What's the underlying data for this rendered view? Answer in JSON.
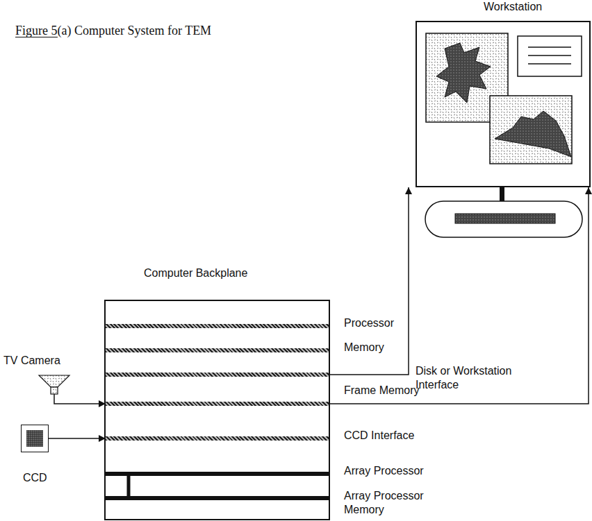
{
  "diagram": {
    "title": "Figure 5(a) Computer System for TEM",
    "nodes": [
      {
        "text": [
          "Workstation"
        ]
      },
      {
        "text": [
          "Computer Backplane"
        ]
      },
      {
        "text": [
          "Processor"
        ],
        "in": 1
      },
      {
        "text": [
          "Memory"
        ],
        "in": 1
      },
      {
        "text": [
          "Disk or Workstation Interface"
        ],
        "in": 1
      },
      {
        "text": [
          "Frame Memory"
        ],
        "in": 1
      },
      {
        "text": [
          "CCD Interface"
        ],
        "in": 1
      },
      {
        "text": [
          "Array Processor"
        ],
        "in": 1
      },
      {
        "text": [
          "Array Processor Memory"
        ],
        "in": 1
      },
      {
        "text": [
          "TV Camera"
        ]
      },
      {
        "text": [
          "CCD"
        ]
      }
    ],
    "edges": [
      {
        "from": 9,
        "to": 5,
        "arrow": "to"
      },
      {
        "from": 10,
        "to": 6,
        "arrow": "to"
      },
      {
        "from": 4,
        "to": 0,
        "arrow": "to"
      },
      {
        "from": 5,
        "to": 0,
        "arrow": "to"
      },
      {
        "from": 7,
        "to": 8,
        "arrow": "none"
      }
    ]
  }
}
